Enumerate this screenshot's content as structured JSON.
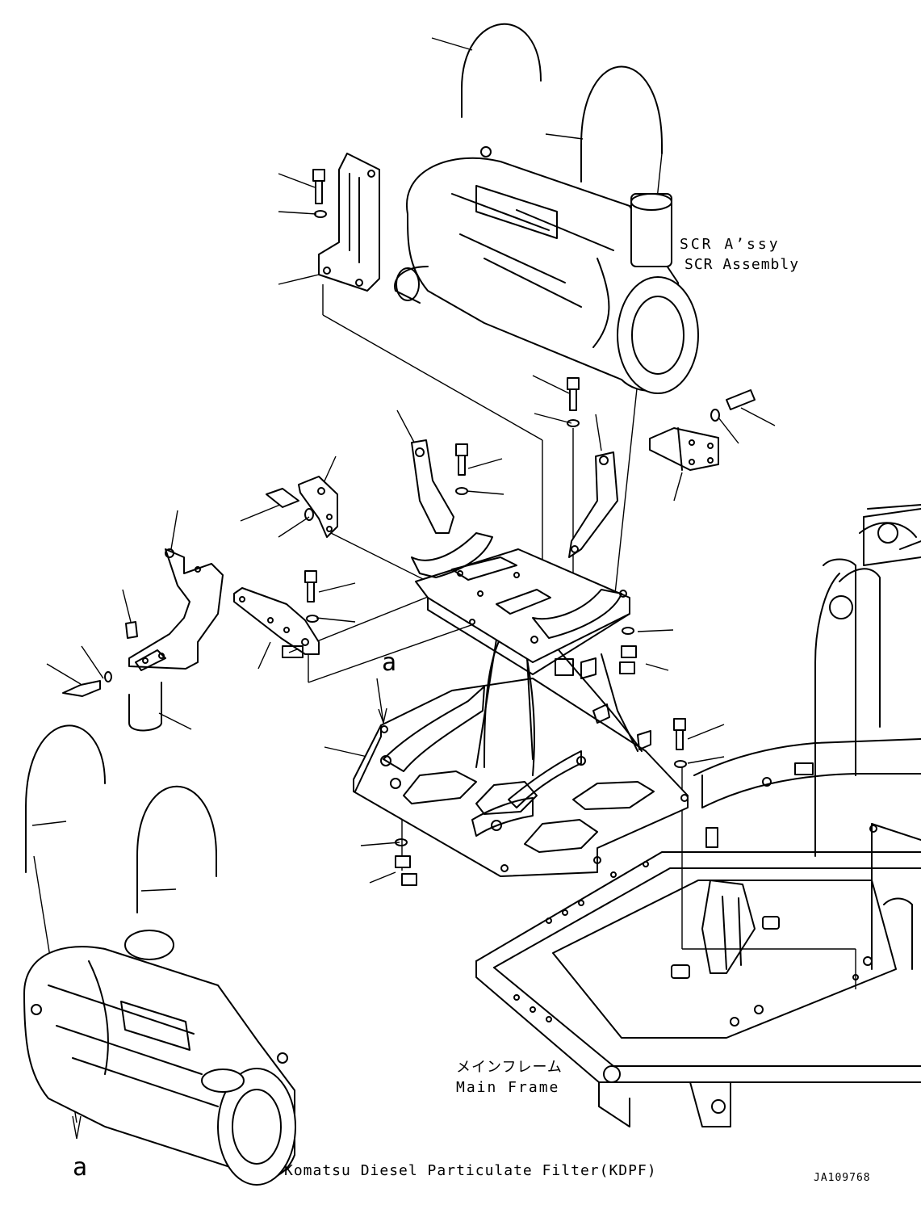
{
  "labels": {
    "scr_ja": "SCR A’ssy",
    "scr_en": "SCR Assembly",
    "main_frame_ja": "メインフレーム",
    "main_frame_en": "Main Frame",
    "kdpf": "Komatsu Diesel Particulate Filter(KDPF)",
    "ref_top": "a",
    "ref_bottom": "a",
    "drawing_id": "JA109768"
  }
}
